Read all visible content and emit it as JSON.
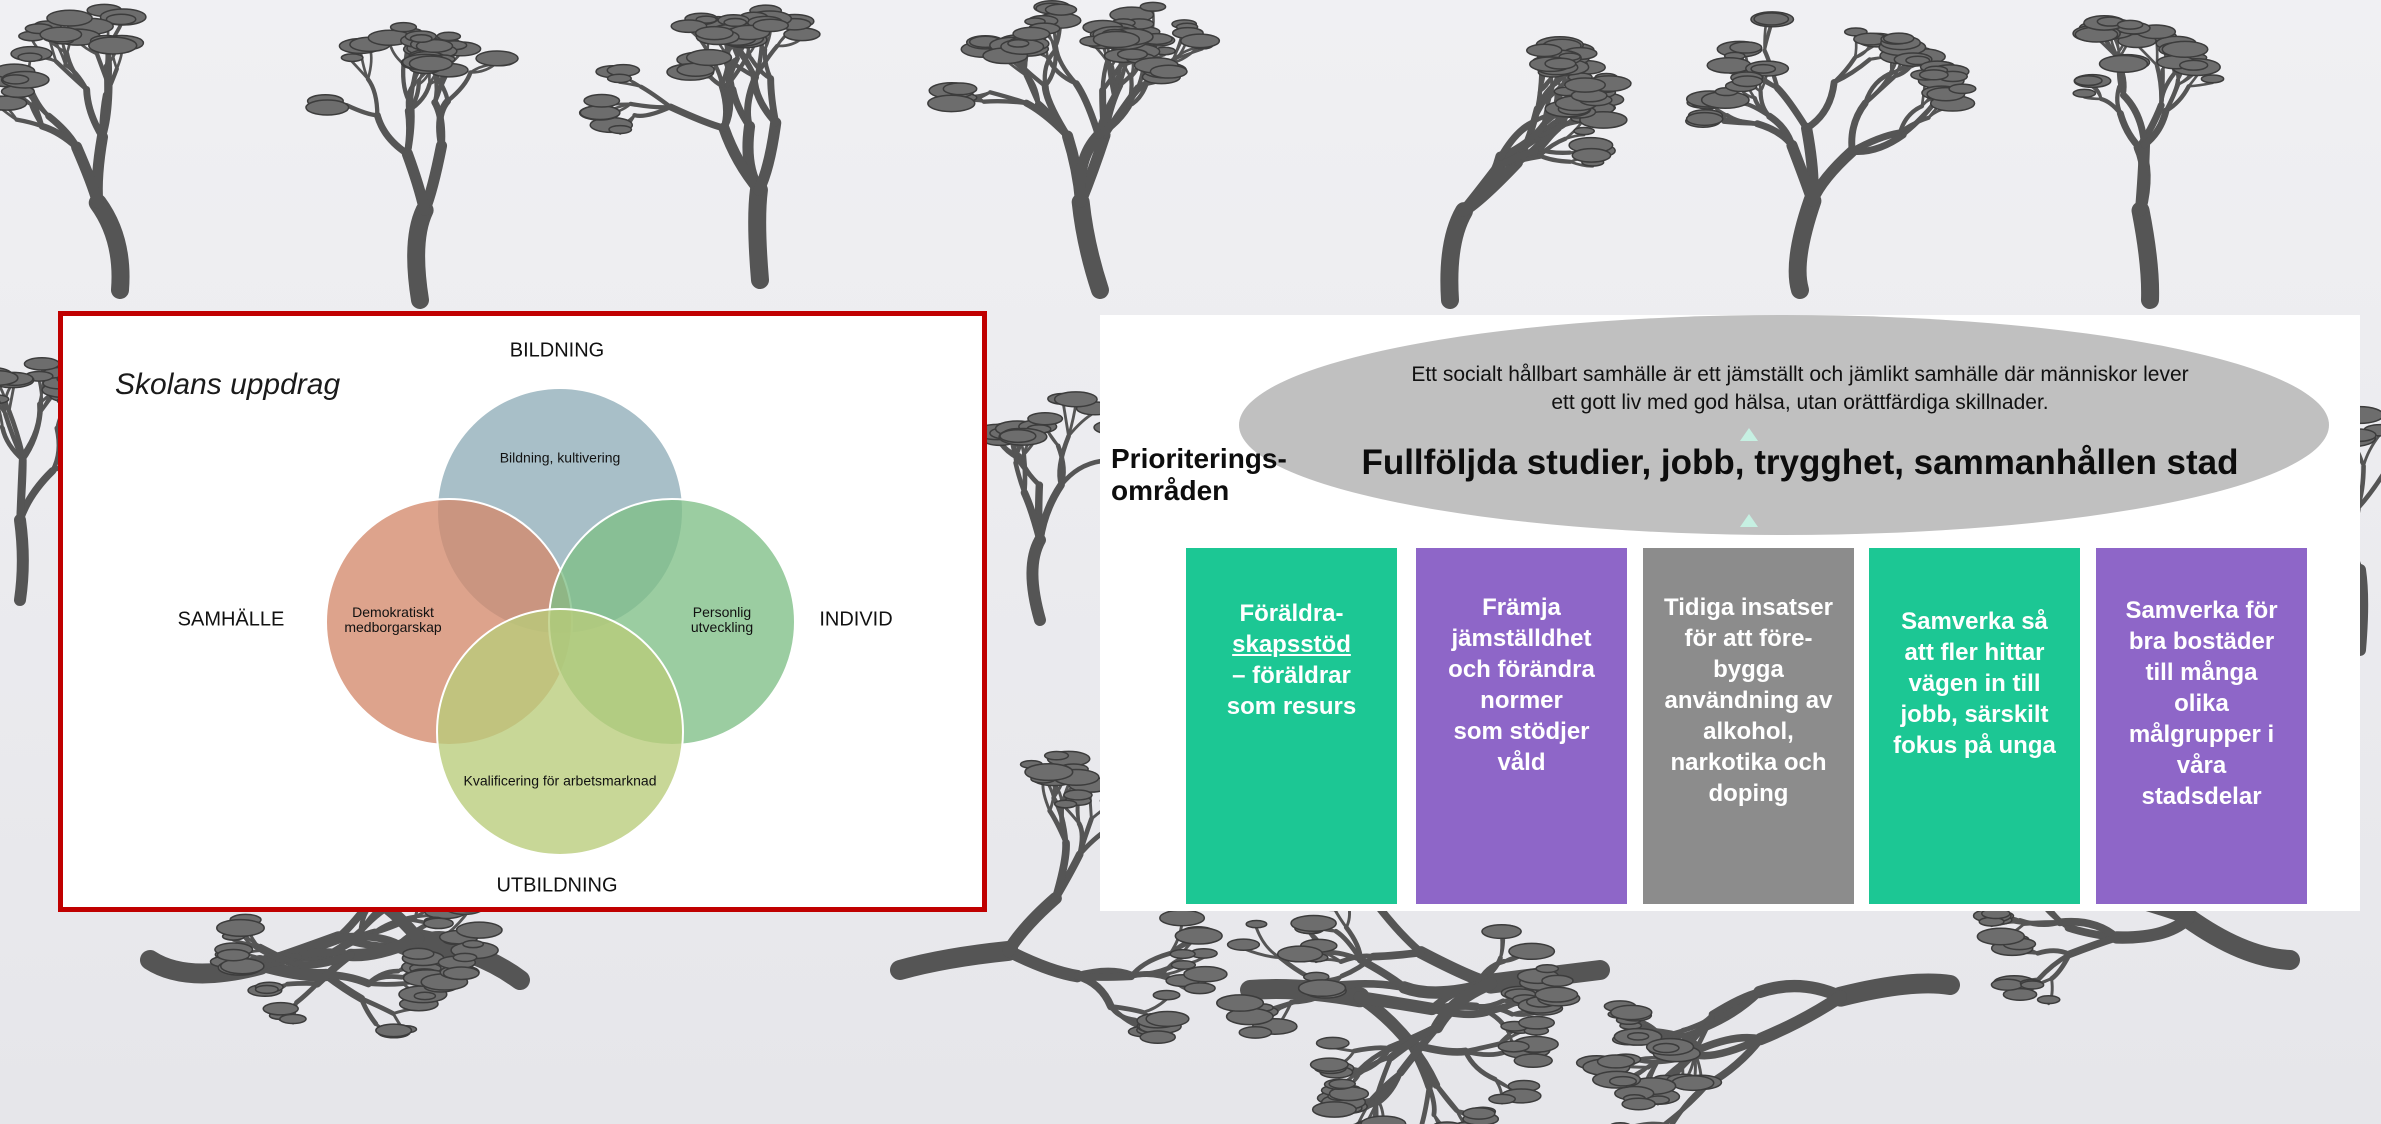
{
  "left_panel": {
    "title": "Skolans uppdrag",
    "axis_labels": {
      "top": "BILDNING",
      "bottom": "UTBILDNING",
      "left": "SAMHÄLLE",
      "right": "INDIVID"
    },
    "circles": [
      {
        "label_lines": [
          "Bildning, kultivering"
        ],
        "color": "#8fadb8"
      },
      {
        "label_lines": [
          "Demokratiskt",
          "medborgarskap"
        ],
        "color": "#d4896b"
      },
      {
        "label_lines": [
          "Personlig",
          "utveckling"
        ],
        "color": "#7fbf86"
      },
      {
        "label_lines": [
          "Kvalificering för arbetsmarknad"
        ],
        "color": "#b8cc7a"
      }
    ]
  },
  "right_panel": {
    "section_label_lines": [
      "Prioriterings-",
      "områden"
    ],
    "vision_lines": [
      "Ett socialt hållbart samhälle är ett jämställt och jämlikt samhälle där människor lever",
      "ett gott liv med god hälsa, utan orättfärdiga skillnader."
    ],
    "goal": "Fullföljda studier, jobb, trygghet, sammanhållen stad",
    "ellipse_color": "#c0c0c0",
    "arrow_color": "#c6f0e2",
    "cards": [
      {
        "lines": [
          "Föräldra-",
          "skapsstöd",
          "– föräldrar",
          "som resurs"
        ],
        "underlined_line": 1,
        "color": "green"
      },
      {
        "lines": [
          "Främja",
          "jämställdhet",
          "och förändra",
          "normer",
          "som stödjer",
          "våld"
        ],
        "color": "purple"
      },
      {
        "lines": [
          "Tidiga insatser",
          "för att före-",
          "bygga",
          "användning av",
          "alkohol,",
          "narkotika och",
          "doping"
        ],
        "color": "grey"
      },
      {
        "lines": [
          "Samverka så",
          "att fler hittar",
          "vägen in till",
          "jobb, särskilt",
          "fokus på unga"
        ],
        "color": "green"
      },
      {
        "lines": [
          "Samverka för",
          "bra bostäder",
          "till många",
          "olika",
          "målgrupper i",
          "våra",
          "stadsdelar"
        ],
        "color": "purple"
      }
    ]
  }
}
